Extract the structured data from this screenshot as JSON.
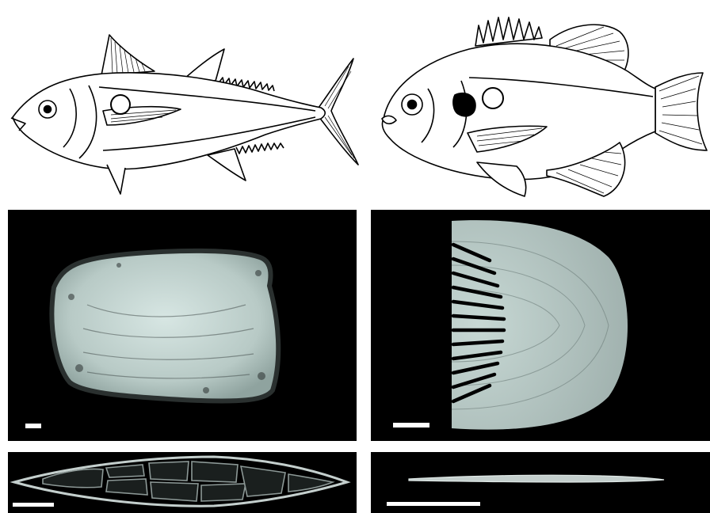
{
  "figure": {
    "background": "#ffffff",
    "panel_background": "#000000",
    "scale_bar_color": "#ffffff",
    "scale_color": "#c7d8d4",
    "scale_edge_color": "#2a302f",
    "line_color": "#000000",
    "panels": [
      {
        "id": "tuna-drawing",
        "kind": "line-drawing",
        "subject": "tuna-icon"
      },
      {
        "id": "sunfish-drawing",
        "kind": "line-drawing",
        "subject": "sunfish-icon"
      },
      {
        "id": "tuna-scale-surface",
        "kind": "micrograph",
        "subject": "cycloid-scale-icon"
      },
      {
        "id": "sunfish-scale-surface",
        "kind": "micrograph",
        "subject": "ctenoid-scale-icon"
      },
      {
        "id": "tuna-scale-section",
        "kind": "micrograph",
        "subject": "thick-cross-section-icon"
      },
      {
        "id": "sunfish-scale-section",
        "kind": "micrograph",
        "subject": "thin-cross-section-icon"
      }
    ]
  }
}
